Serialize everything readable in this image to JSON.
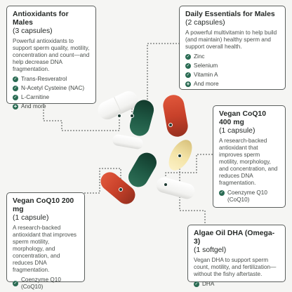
{
  "cards": {
    "antioxidants": {
      "title": "Antioxidants for Males",
      "subtitle": "(3 capsules)",
      "description": "Powerful antioxidants to support sperm quality, motility, concentration and count—and help decrease DNA fragmentation.",
      "ingredients": [
        "Trans-Resveratrol",
        "N-Acetyl Cysteine (NAC)",
        "L-Carnitine"
      ],
      "more": "And more"
    },
    "daily": {
      "title": "Daily Essentials for Males",
      "subtitle": "(2 capsules)",
      "description": "A powerful multivitamin to help build (and maintain) healthy sperm and support overall health.",
      "ingredients": [
        "Zinc",
        "Selenium",
        "Vitamin A"
      ],
      "more": "And more"
    },
    "coq10_400": {
      "title": "Vegan CoQ10 400 mg",
      "subtitle": "(1 capsule)",
      "description": "A research-backed antioxidant that improves sperm motility, morphology, and concentration, and reduces DNA fragmentation.",
      "ingredients": [
        "Coenzyme Q10 (CoQ10)"
      ]
    },
    "coq10_200": {
      "title": "Vegan CoQ10 200 mg",
      "subtitle": "(1 capsule)",
      "description": "A research-backed antioxidant that improves sperm motility, morphology, and concentration, and reduces DNA fragmentation.",
      "ingredients": [
        "Coenzyme Q10 (CoQ10)"
      ]
    },
    "dha": {
      "title": "Algae Oil DHA (Omega-3)",
      "subtitle": "(1 softgel)",
      "description": "Vegan DHA to support sperm count, motility, and fertilization—without the fishy aftertaste.",
      "ingredients": [
        "DHA"
      ]
    }
  },
  "colors": {
    "background": "#f5f5f3",
    "accent_green": "#2a6b53",
    "capsule_white": "#ffffff",
    "capsule_green": "#1f5a45",
    "capsule_red": "#c8412a",
    "softgel_yellow": "#f3e3a6"
  },
  "icons": {
    "check": "check-circle-icon",
    "more": "plus-circle-icon"
  }
}
